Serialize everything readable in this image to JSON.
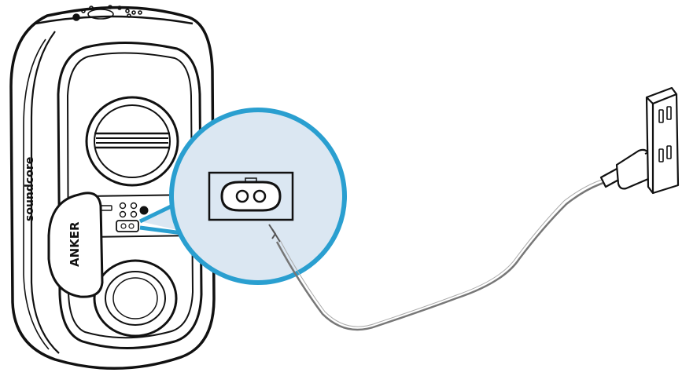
{
  "brand": {
    "side_logo": "soundcore",
    "grille_logo": "ANKER"
  },
  "icons": [
    "speaker",
    "power-inlet-icon",
    "power-plug",
    "wall-outlet",
    "power-cable"
  ],
  "colors": {
    "line": "#111111",
    "callout_ring": "#2a9fd0",
    "callout_fill": "#dbe7f2",
    "cable": "#777777",
    "background": "#ffffff"
  }
}
